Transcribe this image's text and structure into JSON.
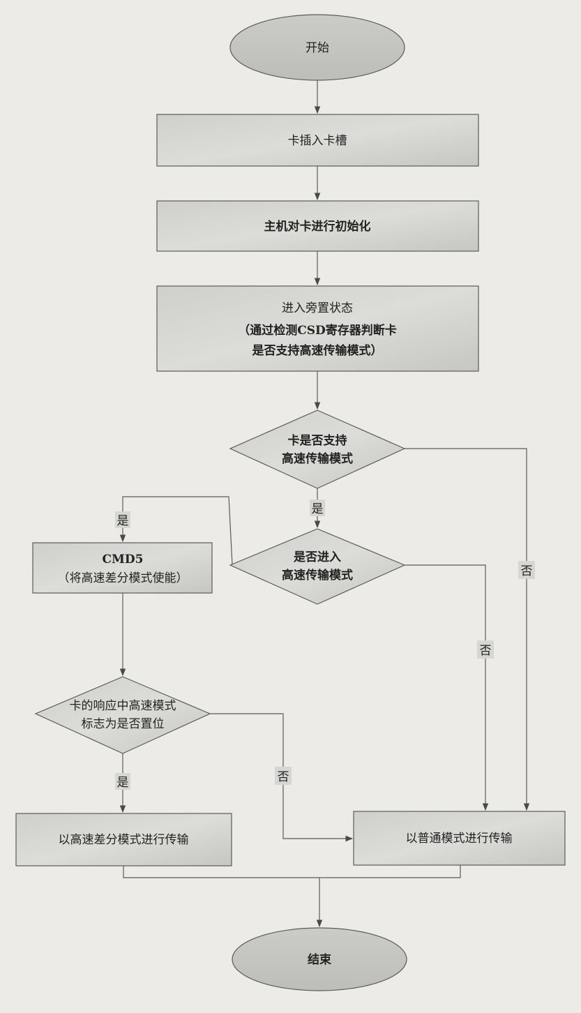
{
  "nodes": {
    "start": "开始",
    "insert": "卡插入卡槽",
    "init": "主机对卡进行初始化",
    "standby": [
      "进入旁置状态",
      "（通过检测CSD寄存器判断卡",
      "是否支持高速传输模式）"
    ],
    "support": [
      "卡是否支持",
      "高速传输模式"
    ],
    "enter": [
      "是否进入",
      "高速传输模式"
    ],
    "cmd5": [
      "CMD5",
      "（将高速差分模式使能）"
    ],
    "flag": [
      "卡的响应中高速模式",
      "标志为是否置位"
    ],
    "hs_transfer": "以高速差分模式进行传输",
    "normal_transfer": "以普通模式进行传输",
    "end": "结束"
  },
  "labels": {
    "support_yes": "是",
    "support_no": "否",
    "enter_yes": "是",
    "enter_no": "否",
    "flag_yes": "是",
    "flag_no": "否"
  }
}
